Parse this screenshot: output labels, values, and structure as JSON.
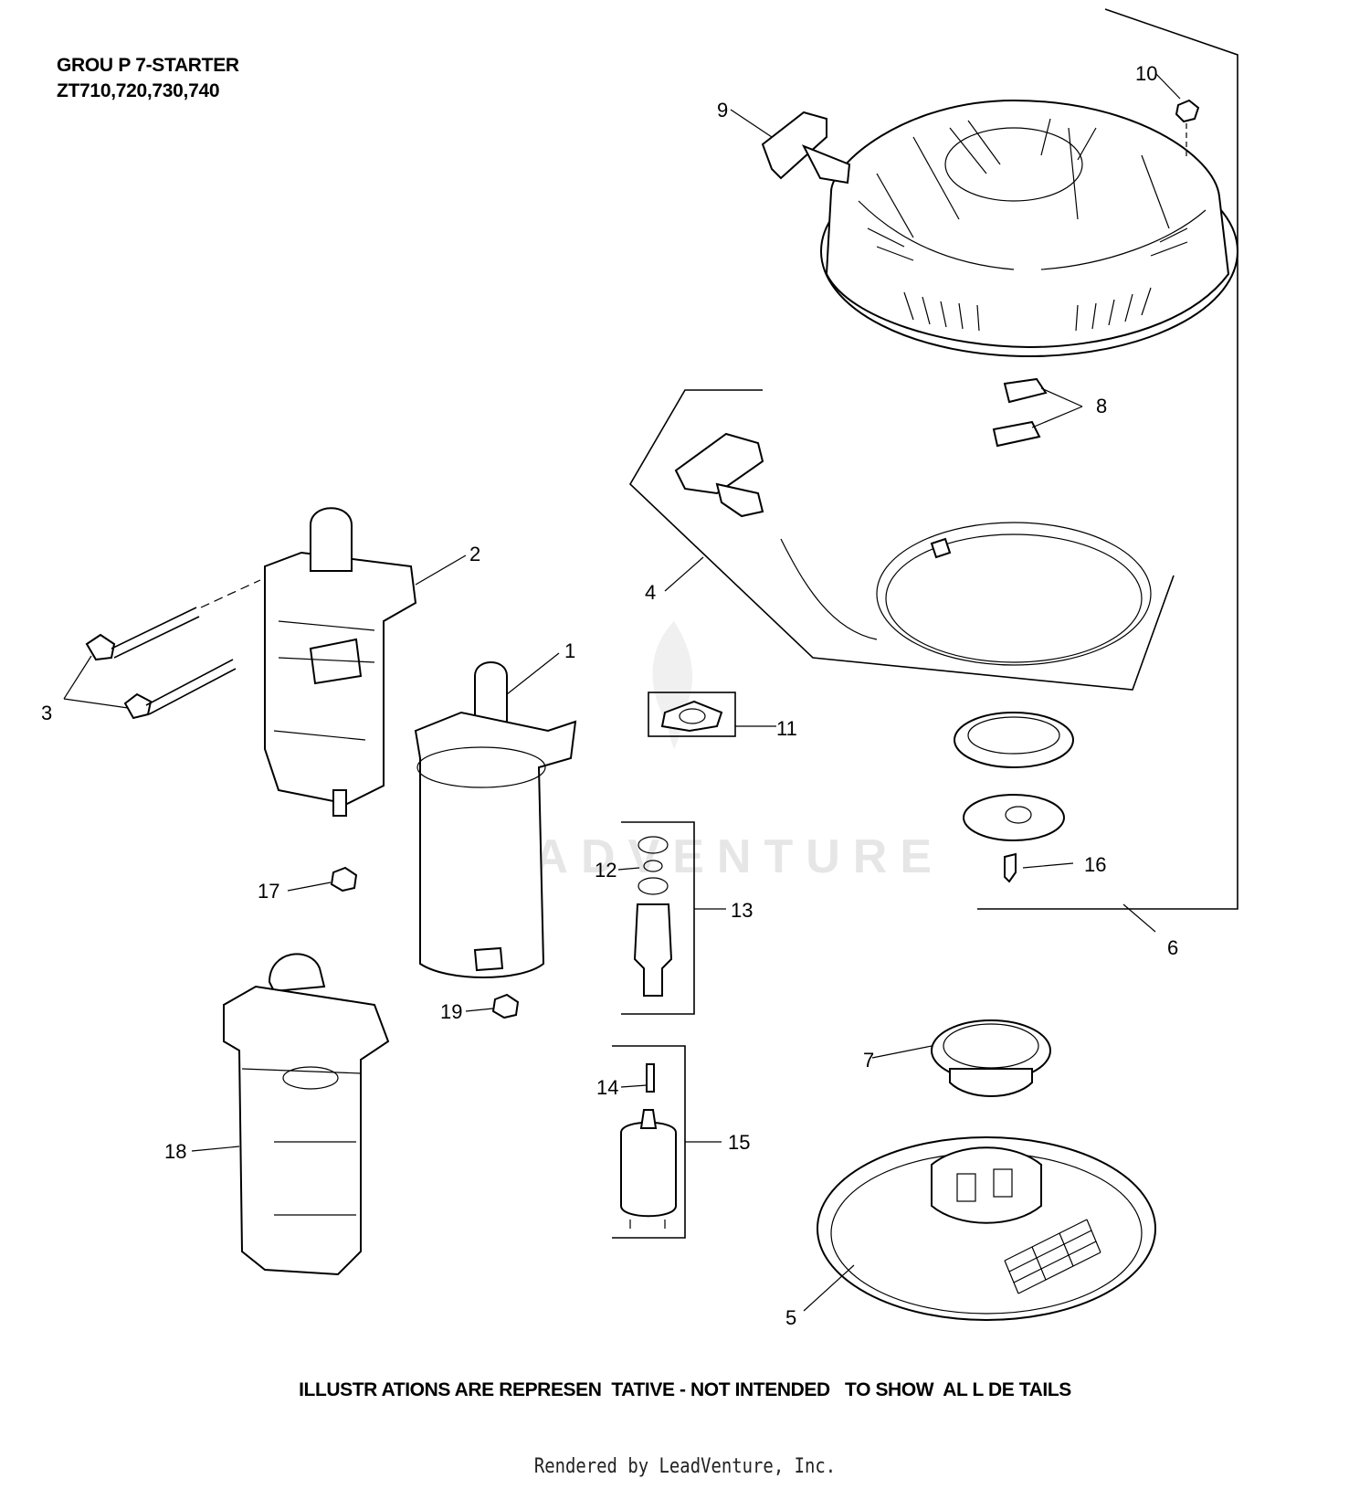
{
  "header": {
    "group_title": "GROU P 7-STARTER",
    "models": "ZT710,720,730,740"
  },
  "callouts": [
    "1",
    "2",
    "3",
    "4",
    "5",
    "6",
    "7",
    "8",
    "9",
    "10",
    "11",
    "12",
    "13",
    "14",
    "15",
    "16",
    "17",
    "18",
    "19"
  ],
  "watermark": "LEADVENTURE",
  "disclaimer": "ILLUSTR ATIONS ARE REPRESEN  TATIVE - NOT INTENDED   TO SHOW  AL L DE TAILS",
  "footer": "Rendered by LeadVenture, Inc."
}
